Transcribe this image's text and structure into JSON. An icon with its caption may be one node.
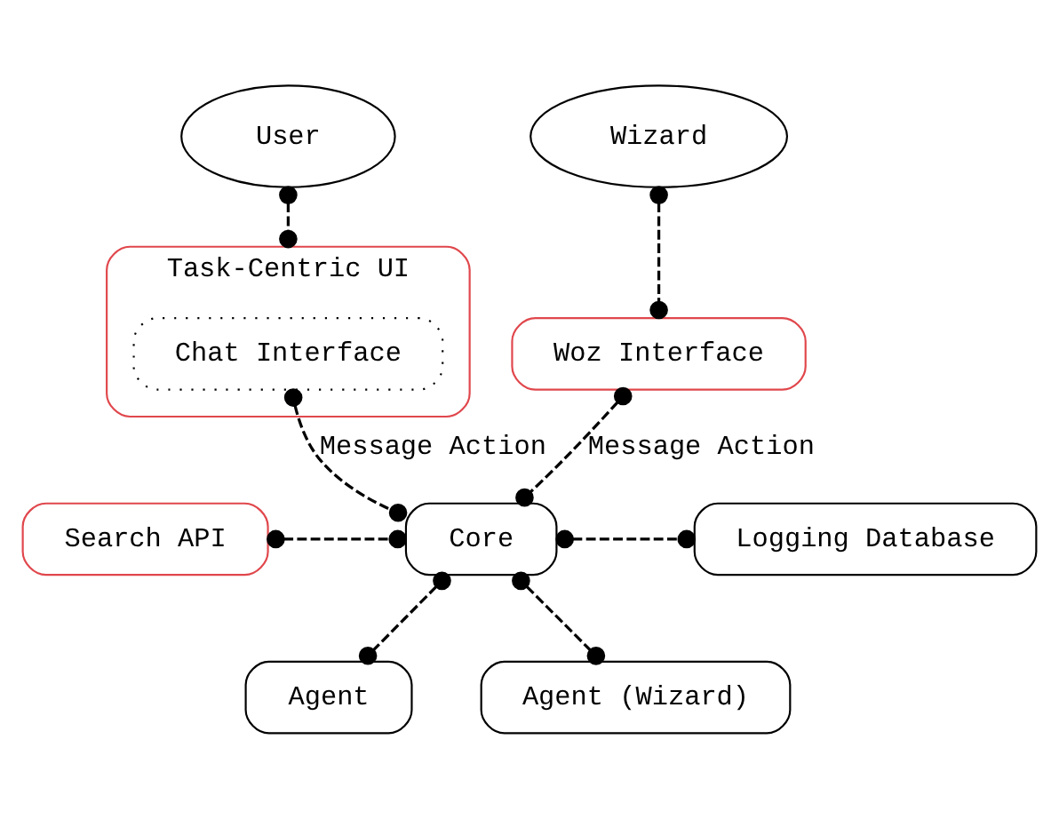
{
  "diagram": {
    "nodes": [
      {
        "text": [
          "User"
        ]
      },
      {
        "text": [
          "Task-Centric UI"
        ]
      },
      {
        "text": [
          "Chat Interface"
        ],
        "in": 1
      },
      {
        "text": [
          "Wizard"
        ]
      },
      {
        "text": [
          "Woz Interface"
        ]
      },
      {
        "text": [
          "Search API"
        ]
      },
      {
        "text": [
          "Core"
        ]
      },
      {
        "text": [
          "Logging Database"
        ]
      },
      {
        "text": [
          "Agent"
        ]
      },
      {
        "text": [
          "Agent (Wizard)"
        ]
      }
    ],
    "edges": [
      {
        "from": 0,
        "to": 1,
        "arrow": "other"
      },
      {
        "from": 3,
        "to": 4,
        "arrow": "other"
      },
      {
        "from": 2,
        "to": 6,
        "arrow": "other",
        "label": "Message Action"
      },
      {
        "from": 4,
        "to": 6,
        "arrow": "other",
        "label": "Message Action"
      },
      {
        "from": 5,
        "to": 6,
        "arrow": "other"
      },
      {
        "from": 6,
        "to": 7,
        "arrow": "other"
      },
      {
        "from": 6,
        "to": 8,
        "arrow": "other"
      },
      {
        "from": 6,
        "to": 9,
        "arrow": "other"
      }
    ]
  }
}
